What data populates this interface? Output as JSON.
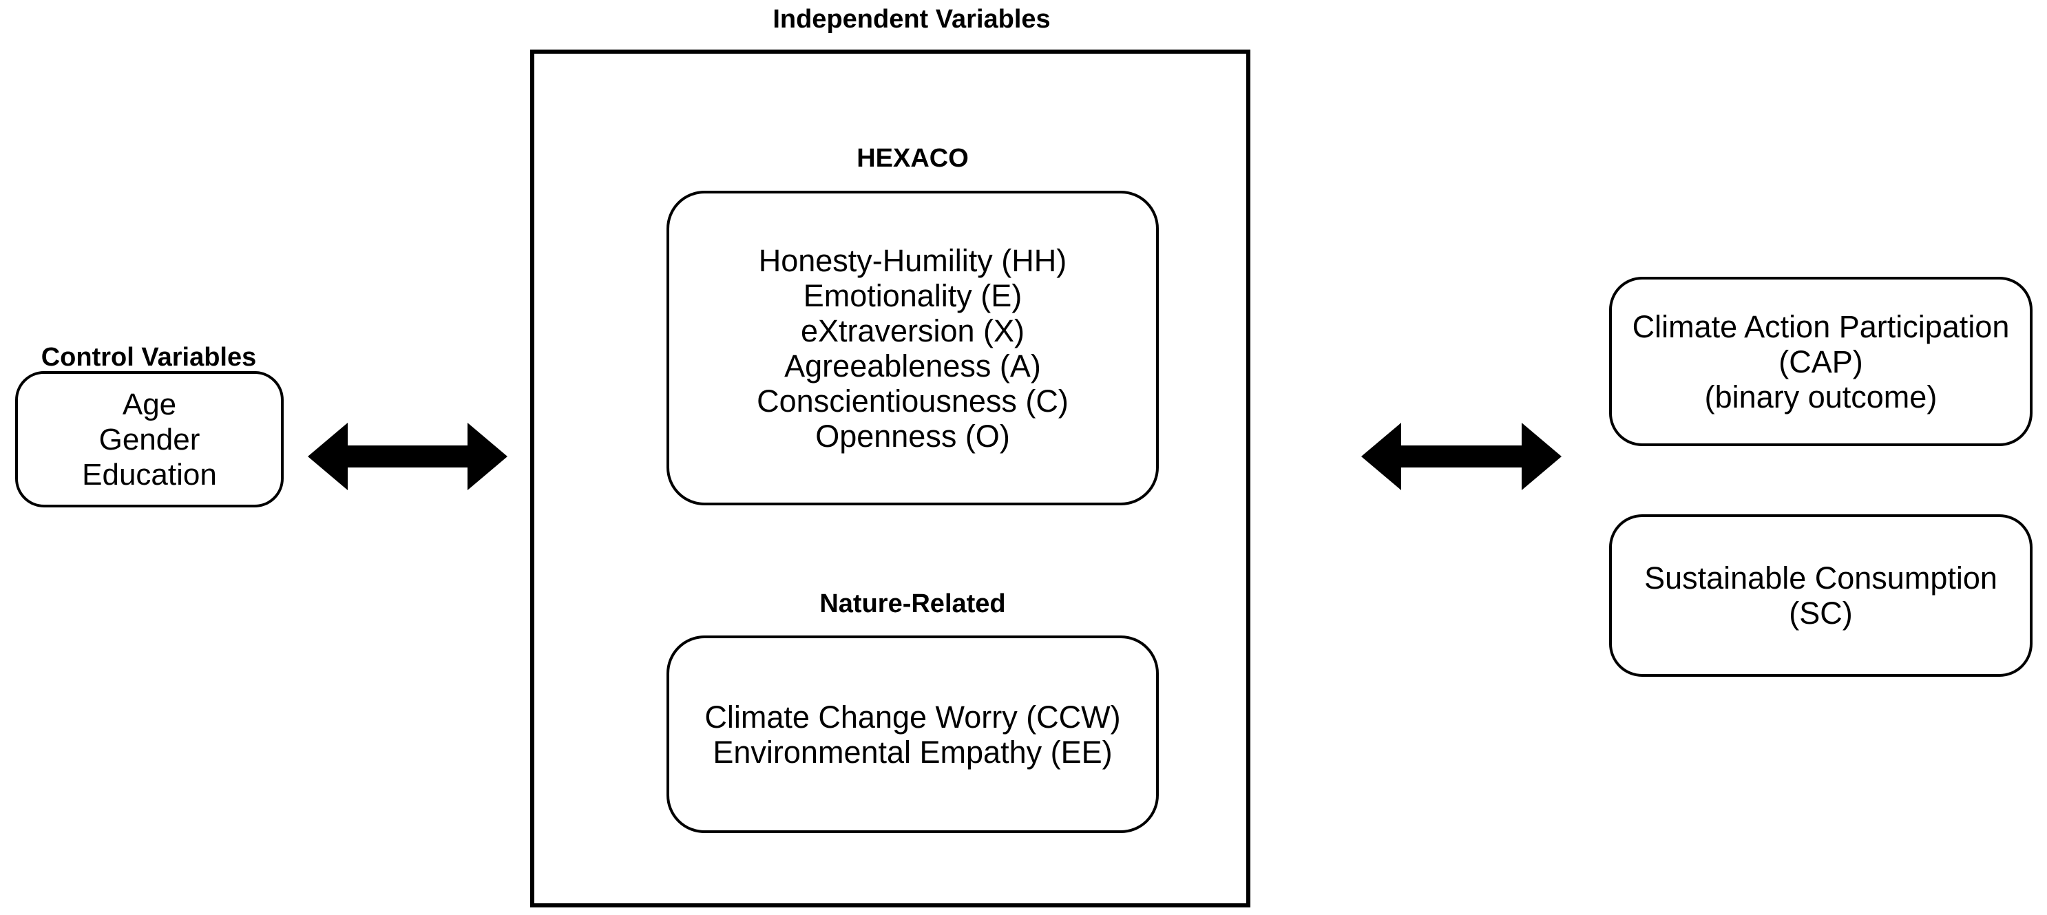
{
  "colors": {
    "ink": "#000000",
    "background": "#ffffff"
  },
  "independent": {
    "label": "Independent Variables",
    "hexaco": {
      "label": "HEXACO",
      "items": [
        "Honesty-Humility (HH)",
        "Emotionality (E)",
        "eXtraversion (X)",
        "Agreeableness (A)",
        "Conscientiousness (C)",
        "Openness (O)"
      ]
    },
    "nature": {
      "label": "Nature-Related",
      "items": [
        "Climate Change Worry (CCW)",
        "Environmental Empathy (EE)"
      ]
    }
  },
  "control": {
    "label": "Control Variables",
    "items": [
      "Age",
      "Gender",
      "Education"
    ]
  },
  "outcomes": {
    "cap": {
      "lines": [
        "Climate Action Participation",
        "(CAP)",
        "(binary outcome)"
      ]
    },
    "sc": {
      "lines": [
        "Sustainable Consumption",
        "(SC)"
      ]
    }
  },
  "icons": {
    "left_arrow": "double-headed-arrow",
    "right_arrow": "double-headed-arrow"
  }
}
